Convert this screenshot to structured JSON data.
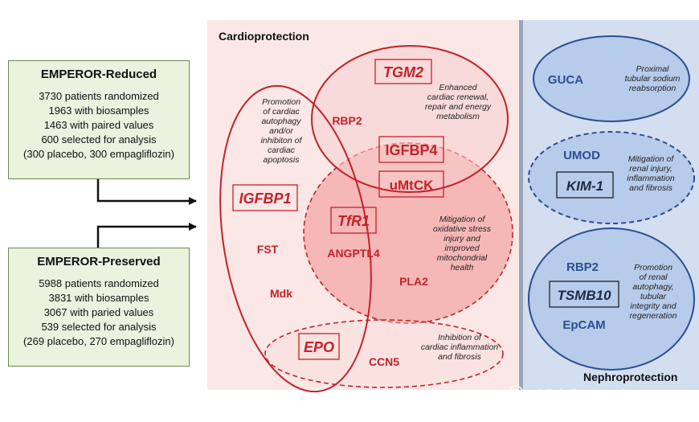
{
  "trials": {
    "reduced": {
      "title": "EMPEROR-Reduced",
      "lines": [
        "3730 patients randomized",
        "1963 with biosamples",
        "1463 with paired values",
        "600 selected for analysis",
        "(300 placebo, 300 empagliflozin)"
      ]
    },
    "preserved": {
      "title": "EMPEROR-Preserved",
      "lines": [
        "5988 patients randomized",
        "3831 with biosamples",
        "3067 with paried values",
        "539 selected for analysis",
        "(269 placebo, 270 empagliflozin)"
      ]
    }
  },
  "cardio": {
    "heading": "Cardioprotection",
    "markers": {
      "tgm2": "TGM2",
      "rbp2": "RBP2",
      "igfbp4": "IGFBP4",
      "umtck": "uMtCK",
      "igfbp1": "IGFBP1",
      "tfr1": "TfR1",
      "angptl4": "ANGPTL4",
      "fst": "FST",
      "mdk": "Mdk",
      "pla2": "PLA2",
      "epo": "EPO",
      "ccn5": "CCN5"
    },
    "notes": {
      "autophagy": [
        "Promotion",
        "of cardiac",
        "autophagy",
        "and/or",
        "inhibiton of",
        "cardiac",
        "apoptosis"
      ],
      "renewal": [
        "Enhanced",
        "cardiac renewal,",
        "repair and energy",
        "metabolism"
      ],
      "oxidative": [
        "Mitigation of",
        "oxidative stress",
        "injury and",
        "improved",
        "mitochondrial",
        "health"
      ],
      "inflammation": [
        "Inhibition of",
        "cardiac inflammation",
        "and fibrosis"
      ]
    }
  },
  "nephro": {
    "heading": "Nephroprotection",
    "markers": {
      "guca": "GUCA",
      "umod": "UMOD",
      "kim1": "KIM-1",
      "rbp2": "RBP2",
      "tsmb10": "TSMB10",
      "epcam": "EpCAM"
    },
    "notes": {
      "tubular": [
        "Proximal",
        "tubular sodium",
        "reabsorption"
      ],
      "renal": [
        "Mitigation of",
        "renal injury,",
        "inflammation",
        "and fibrosis"
      ],
      "autophagy": [
        "Promotion",
        "of renal",
        "autophagy,",
        "tubular",
        "integrity and",
        "regeneration"
      ]
    }
  },
  "watermark": "Olink Proteomics",
  "colors": {
    "red": "#c2232b",
    "blue": "#2b4f92",
    "trial_fill": "#e9f3de",
    "cardio_panel": "#fbe7e6",
    "nephro_panel": "#d3dff0"
  }
}
